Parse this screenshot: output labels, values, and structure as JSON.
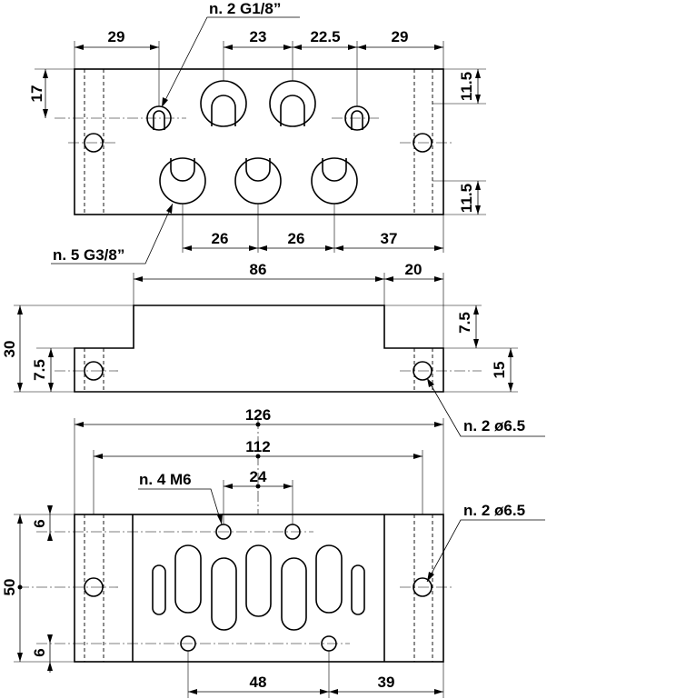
{
  "top_view": {
    "dims": {
      "left_29": "29",
      "d23": "23",
      "d22_5": "22.5",
      "right_29": "29",
      "h17": "17",
      "h11_5_top": "11.5",
      "h11_5_bottom": "11.5",
      "b26a": "26",
      "b26b": "26",
      "b37": "37"
    },
    "callouts": {
      "g18": "n. 2  G1/8”",
      "g38": "n. 5  G3/8”"
    }
  },
  "side_view": {
    "dims": {
      "d86": "86",
      "d20": "20",
      "h30": "30",
      "h7_5_left": "7.5",
      "h7_5_right": "7.5",
      "h15": "15"
    },
    "callouts": {
      "hole65": "n. 2  ø6.5"
    }
  },
  "bottom_view": {
    "dims": {
      "d126": "126",
      "d112": "112",
      "d24": "24",
      "h50": "50",
      "h6_top": "6",
      "h6_bottom": "6",
      "d48": "48",
      "d39": "39"
    },
    "callouts": {
      "m6": "n. 4  M6",
      "hole65": "n. 2  ø6.5"
    }
  }
}
